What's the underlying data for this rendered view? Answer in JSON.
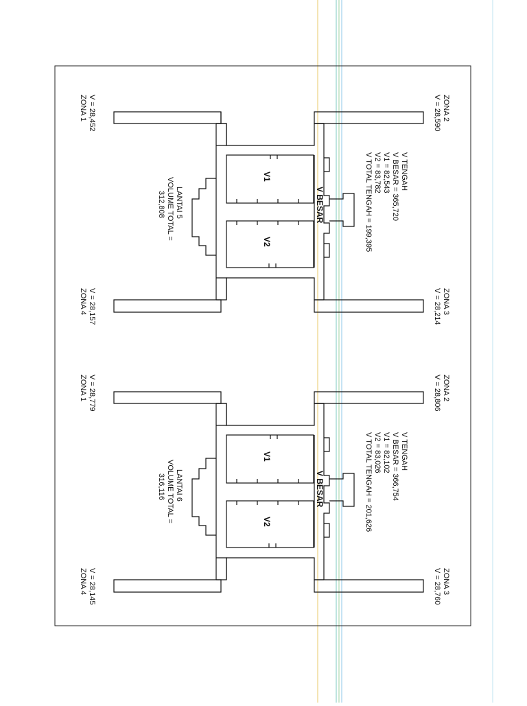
{
  "scan_lines": [
    "#e9c86a",
    "#7ec8c0",
    "#9fd0a0",
    "#8cc7e8",
    "#bfe3f0"
  ],
  "plans": [
    {
      "zona1": {
        "label": "ZONA 1",
        "value": "V = 28,452"
      },
      "zona2": {
        "label": "ZONA 2",
        "value": "V = 28,590"
      },
      "zona3": {
        "label": "ZONA 3",
        "value": "V = 28,214"
      },
      "zona4": {
        "label": "ZONA 4",
        "value": "V = 28,157"
      },
      "v1_label": "V1",
      "v2_label": "V2",
      "vbesar_label": "V BESAR",
      "tengah": [
        "V TENGAH",
        "V BESAR = 365,720",
        "V1 = 82,543",
        "V2 = 83,782",
        "V TOTAL TENGAH = 199,395"
      ],
      "lantai": [
        "LANTAI 5",
        "VOLUME TOTAL =",
        "312,808"
      ]
    },
    {
      "zona1": {
        "label": "ZONA 1",
        "value": "V = 28,779"
      },
      "zona2": {
        "label": "ZONA 2",
        "value": "V = 28,806"
      },
      "zona3": {
        "label": "ZONA 3",
        "value": "V = 28,760"
      },
      "zona4": {
        "label": "ZONA 4",
        "value": "V = 28,145"
      },
      "v1_label": "V1",
      "v2_label": "V2",
      "vbesar_label": "V BESAR",
      "tengah": [
        "V TENGAH",
        "V BESAR = 366,754",
        "V1 = 82,102",
        "V2 = 83,026",
        "V TOTAL TENGAH = 201,626"
      ],
      "lantai": [
        "LANTAI 6",
        "VOLUME TOTAL =",
        "316,116"
      ]
    }
  ]
}
